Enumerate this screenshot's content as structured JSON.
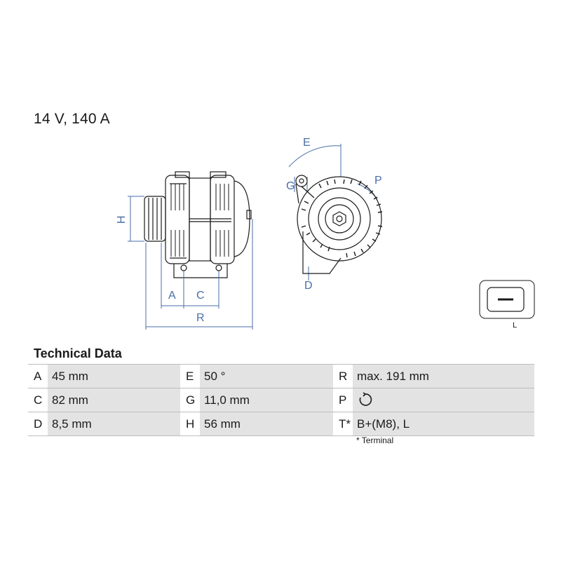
{
  "header": {
    "title": "14 V, 140 A"
  },
  "drawing": {
    "dim_labels": {
      "h": "H",
      "a": "A",
      "c": "C",
      "r": "R",
      "e": "E",
      "g": "G",
      "p": "P",
      "d": "D"
    },
    "connector_label": "L",
    "line_color": "#1a1a1a",
    "dimension_color": "#4a6ea8"
  },
  "technical_data": {
    "title": "Technical Data",
    "rows": [
      [
        {
          "key": "A",
          "value": "45 mm"
        },
        {
          "key": "E",
          "value": "50 °"
        },
        {
          "key": "R",
          "value": "max. 191 mm"
        }
      ],
      [
        {
          "key": "C",
          "value": "82 mm"
        },
        {
          "key": "G",
          "value": "11,0 mm"
        },
        {
          "key": "P",
          "value": "rotation-clockwise-icon"
        }
      ],
      [
        {
          "key": "D",
          "value": "8,5 mm"
        },
        {
          "key": "H",
          "value": "56 mm"
        },
        {
          "key": "T*",
          "value": "B+(M8), L"
        }
      ]
    ],
    "footnote": "* Terminal"
  }
}
